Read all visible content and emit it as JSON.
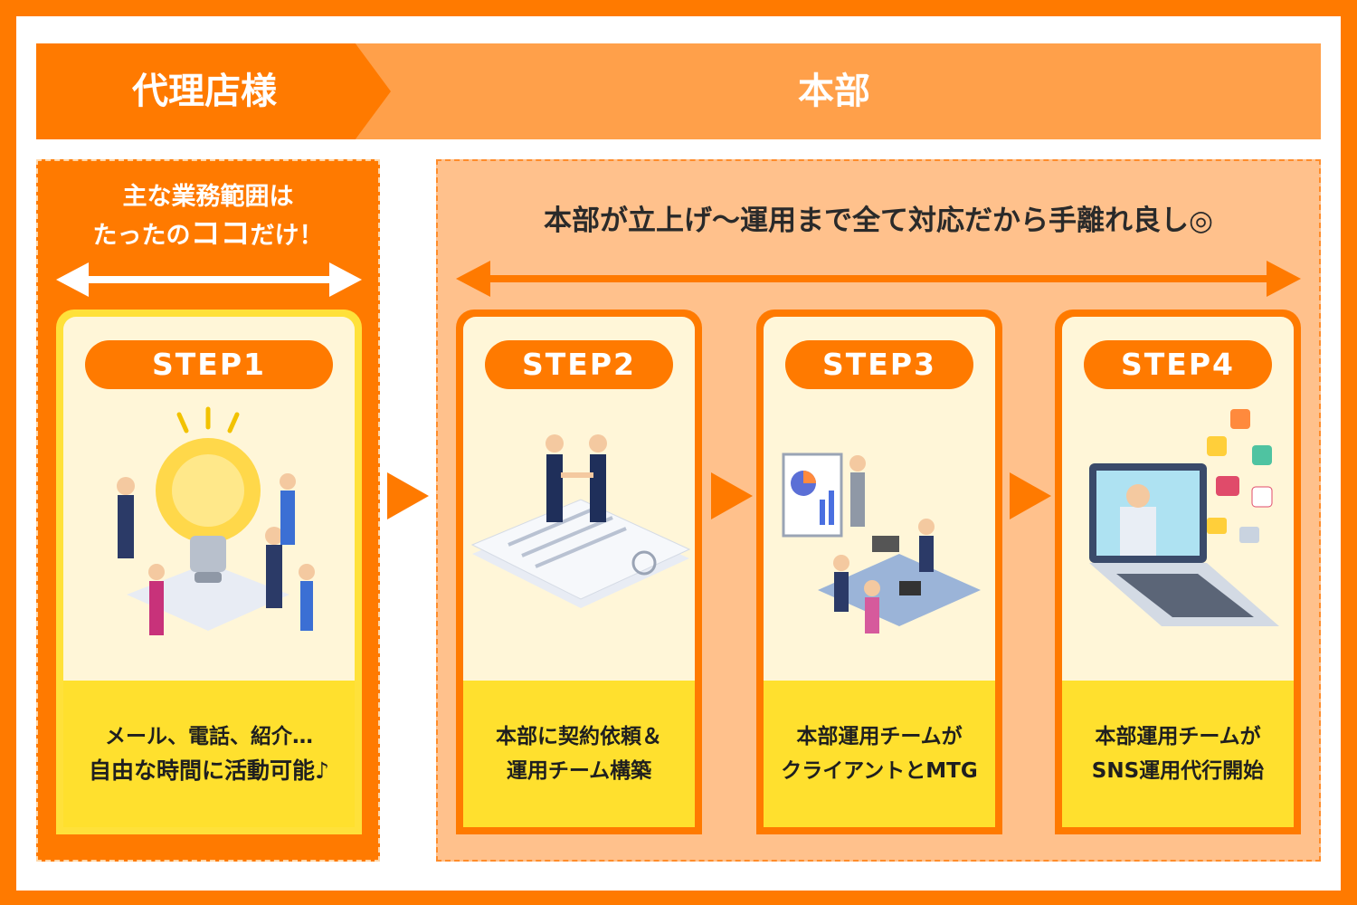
{
  "header": {
    "left_label": "代理店様",
    "right_label": "本部"
  },
  "left_panel": {
    "title_line1": "主な業務範囲は",
    "title_line2_pre": "たったの",
    "title_line2_big": "ココ",
    "title_line2_post": "だけ！"
  },
  "right_panel": {
    "title": "本部が立上げ〜運用まで全て対応だから手離れ良し◎"
  },
  "steps": [
    {
      "label": "STEP1",
      "desc_line1": "メール、電話、紹介…",
      "desc_line2": "自由な時間に活動可能♪",
      "illustration": "lightbulb-team-icon"
    },
    {
      "label": "STEP2",
      "desc_line1": "本部に契約依頼＆",
      "desc_line2": "運用チーム構築",
      "illustration": "handshake-contract-icon"
    },
    {
      "label": "STEP3",
      "desc_line1": "本部運用チームが",
      "desc_line2": "クライアントとMTG",
      "illustration": "meeting-presentation-icon"
    },
    {
      "label": "STEP4",
      "desc_line1": "本部運用チームが",
      "desc_line2": "SNS運用代行開始",
      "illustration": "laptop-sns-icon"
    }
  ],
  "colors": {
    "brand_orange": "#ff7a00",
    "light_orange": "#ffa04a",
    "panel_peach": "#ffc18c",
    "card_cream": "#fff6d8",
    "desc_yellow": "#ffe02e"
  }
}
